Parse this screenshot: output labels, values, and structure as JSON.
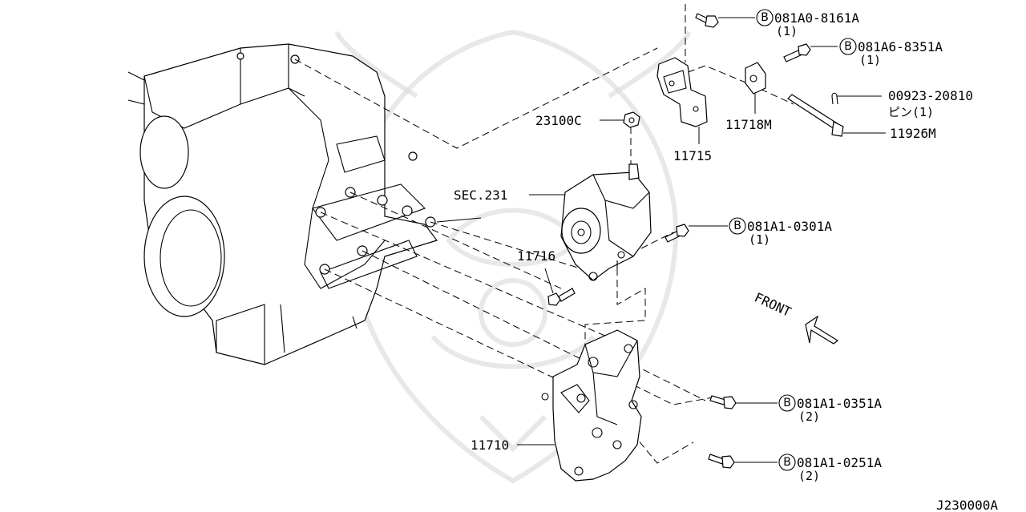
{
  "diagram_code": "J230000A",
  "direction_label": "FRONT",
  "callouts": {
    "bolt_top_1": {
      "code": "081A0-8161A",
      "qty": "(1)",
      "symbol": "B"
    },
    "bolt_top_2": {
      "code": "081A6-8351A",
      "qty": "(1)",
      "symbol": "B"
    },
    "pin_code": "00923-20810",
    "pin_label": "ピン(1)",
    "bolt_long": "11926M",
    "spacer": "11718M",
    "bracket_upper": "11715",
    "nut": "23100C",
    "alternator_ref": "SEC.231",
    "bolt_mid": {
      "code": "081A1-0301A",
      "qty": "(1)",
      "symbol": "B"
    },
    "bolt_alt": "11716",
    "bolt_low_1": {
      "code": "081A1-0351A",
      "qty": "(2)",
      "symbol": "B"
    },
    "bolt_low_2": {
      "code": "081A1-0251A",
      "qty": "(2)",
      "symbol": "B"
    },
    "bracket_lower": "11710"
  }
}
